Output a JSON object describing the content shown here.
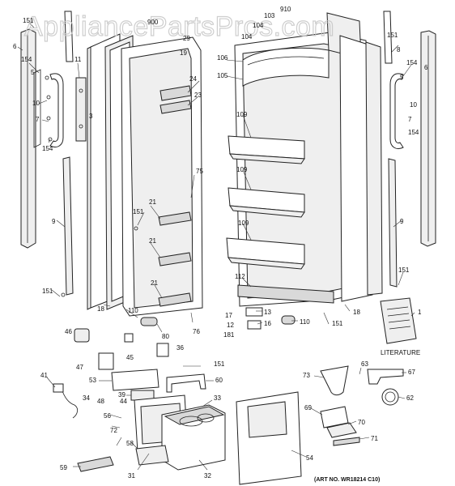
{
  "watermark": "AppliancePartsPros.com",
  "literature_label": "LITERATURE",
  "art_number": "(ART NO. WR18214 C10)",
  "callouts": {
    "c900": "900",
    "c910": "910",
    "c151a": "151",
    "c6a": "6",
    "c154a": "154",
    "c5a": "5",
    "c11": "11",
    "c10a": "10",
    "c7a": "7",
    "c3": "3",
    "c154b": "154",
    "c29": "29",
    "c19": "19",
    "c24": "24",
    "c23": "23",
    "c104a": "104",
    "c103": "103",
    "c104b": "104",
    "c106": "106",
    "c105": "105",
    "c8": "8",
    "c151b": "151",
    "c6b": "6",
    "c154c": "154",
    "c5b": "5",
    "c10b": "10",
    "c7b": "7",
    "c154d": "154",
    "c109a": "109",
    "c109b": "109",
    "c109c": "109",
    "c75": "75",
    "c151c": "151",
    "c21a": "21",
    "c21b": "21",
    "c21c": "21",
    "c9a": "9",
    "c9b": "9",
    "c151d": "151",
    "c151e": "151",
    "c112": "112",
    "c18a": "18",
    "c110a": "110",
    "c13": "13",
    "c17": "17",
    "c16": "16",
    "c12": "12",
    "c181": "181",
    "c110b": "110",
    "c151f": "151",
    "c18b": "18",
    "c1": "1",
    "c46": "46",
    "c80": "80",
    "c76": "76",
    "c45": "45",
    "c36": "36",
    "c47": "47",
    "c151g": "151",
    "c53": "53",
    "c60": "60",
    "c41": "41",
    "c39": "39",
    "c34": "34",
    "c44": "44",
    "c33": "33",
    "c48": "48",
    "c56": "56",
    "c72": "72",
    "c58": "58",
    "c59": "59",
    "c31": "31",
    "c32": "32",
    "c54": "54",
    "c73": "73",
    "c63": "63",
    "c67": "67",
    "c62": "62",
    "c69": "69",
    "c70": "70",
    "c71": "71"
  }
}
